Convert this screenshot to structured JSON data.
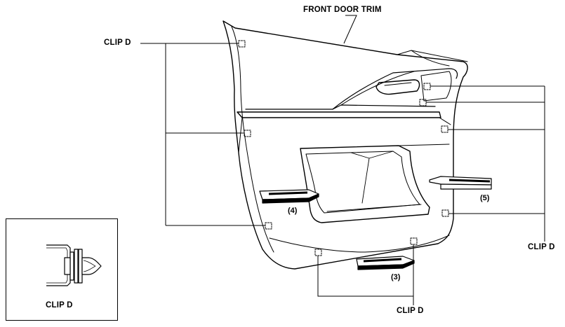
{
  "labels": {
    "title_callout": "FRONT DOOR TRIM",
    "clip_left": "CLIP D",
    "clip_right": "CLIP D",
    "clip_bottom": "CLIP D",
    "clip_inset": "CLIP D"
  },
  "steps": {
    "step_4": "(4)",
    "step_5": "(5)",
    "step_3": "(3)"
  }
}
